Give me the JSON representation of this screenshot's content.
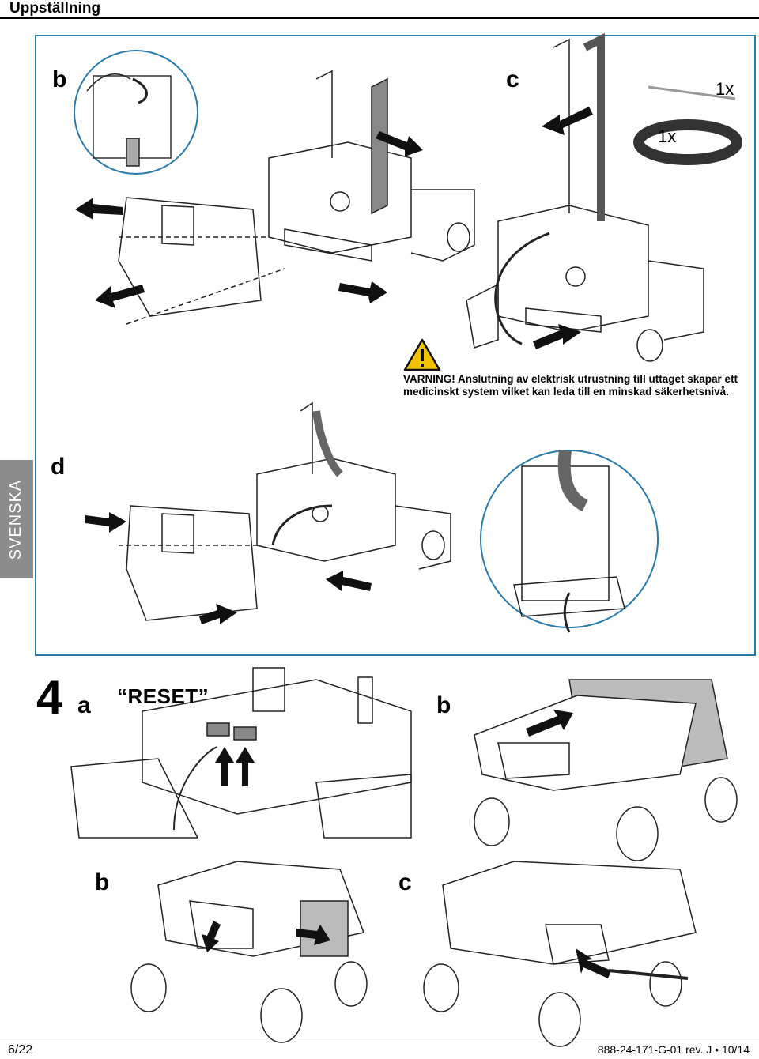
{
  "header": {
    "title": "Uppställning"
  },
  "side_tab": {
    "label": "SVENSKA"
  },
  "step_b_top": "b",
  "step_c_top": "c",
  "qty_tie": "1x",
  "qty_loop": "1x",
  "warning": {
    "line1": "VARNING! Anslutning av elektrisk utrustning till uttaget skapar ett",
    "line2": "medicinskt system vilket kan leda till en minskad säkerhetsnivå."
  },
  "step_d": "d",
  "step4": {
    "number": "4",
    "a": "a",
    "reset": "“RESET”",
    "b1": "b",
    "b2": "b",
    "c": "c"
  },
  "footer": {
    "page": "6/22",
    "doc": "888-24-171-G-01 rev. J • 10/14"
  },
  "colors": {
    "frame": "#2a7aa8",
    "side_tab": "#8c8c8c",
    "warning_yellow": "#f2c200"
  }
}
